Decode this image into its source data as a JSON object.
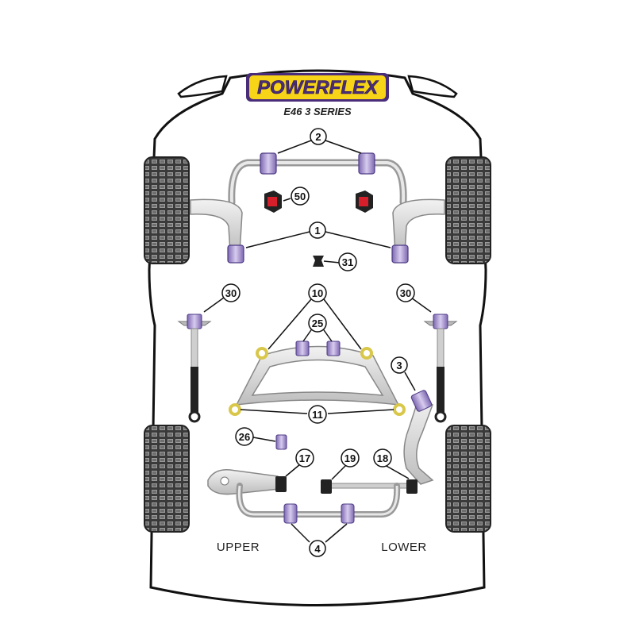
{
  "brand": {
    "logo_text": "POWERFLEX",
    "model": "E46 3 SERIES"
  },
  "labels": {
    "upper": "UPPER",
    "lower": "LOWER"
  },
  "callouts": {
    "c1": "1",
    "c2": "2",
    "c3": "3",
    "c4": "4",
    "c10": "10",
    "c11": "11",
    "c17": "17",
    "c18": "18",
    "c19": "19",
    "c25": "25",
    "c26": "26",
    "c30": "30",
    "c31": "31",
    "c50": "50"
  },
  "colors": {
    "bushing": "#b9a7d6",
    "bushing_dark": "#6a57a0",
    "ring": "#d9c74a",
    "logo_yellow": "#f7d417",
    "logo_purple": "#4a2d7a",
    "tyre": "#3a3a3a"
  }
}
